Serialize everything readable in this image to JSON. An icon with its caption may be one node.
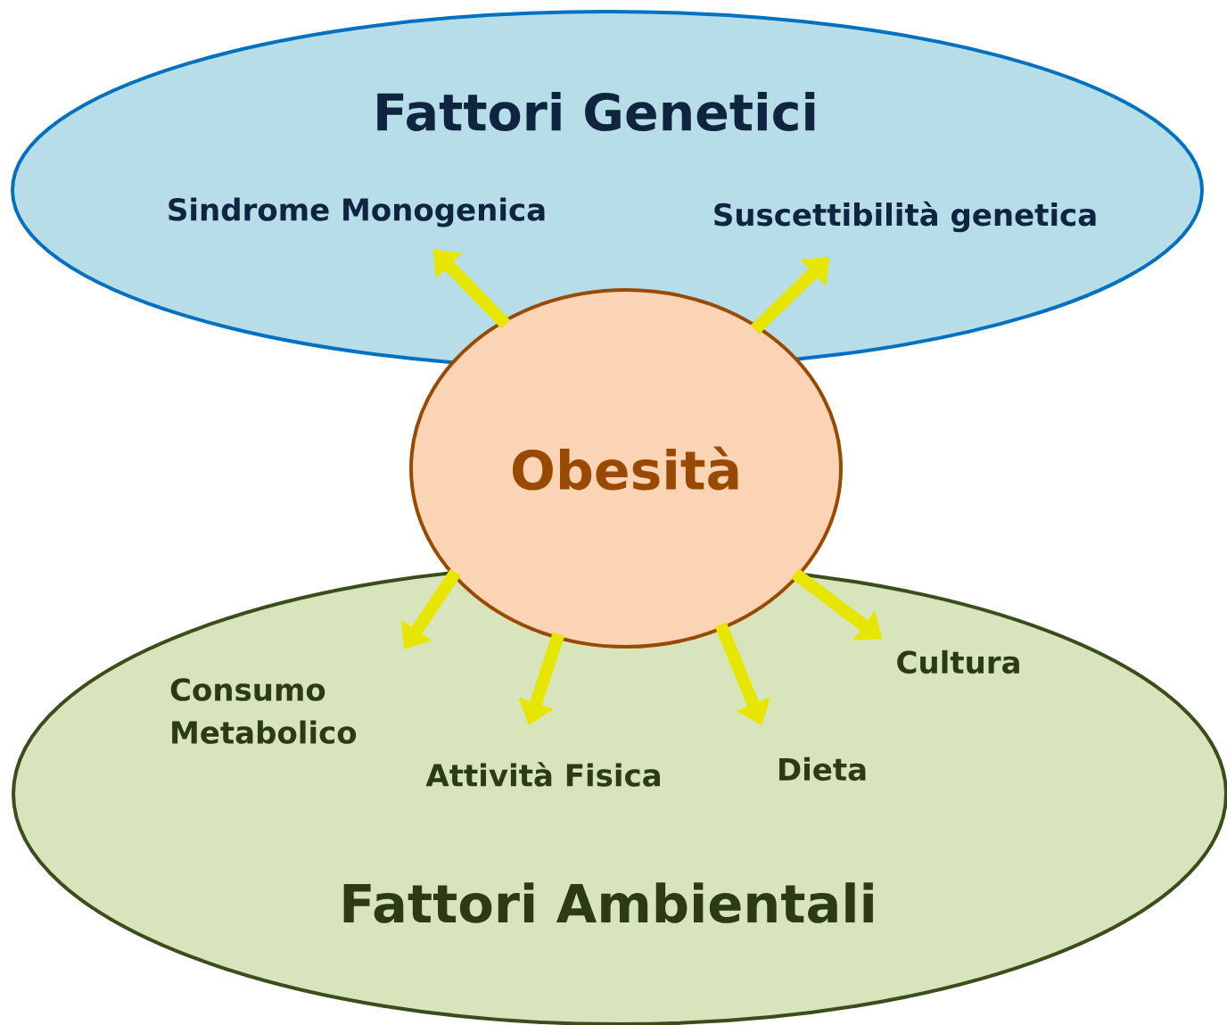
{
  "diagram": {
    "nodes": [
      {
        "text": [
          "Fattori Genetici"
        ]
      },
      {
        "text": [
          "Sindrome Monogenica"
        ],
        "in": 0
      },
      {
        "text": [
          "Suscettibilità genetica"
        ],
        "in": 0
      },
      {
        "text": [
          "Obesità"
        ]
      },
      {
        "text": [
          "Fattori Ambientali"
        ]
      },
      {
        "text": [
          "Consumo Metabolico"
        ],
        "in": 4
      },
      {
        "text": [
          "Attività Fisica"
        ],
        "in": 4
      },
      {
        "text": [
          "Dieta"
        ],
        "in": 4
      },
      {
        "text": [
          "Cultura"
        ],
        "in": 4
      }
    ],
    "edges": [
      {
        "from": 3,
        "to": 1,
        "arrow": "to"
      },
      {
        "from": 3,
        "to": 2,
        "arrow": "to"
      },
      {
        "from": 3,
        "to": 5,
        "arrow": "to"
      },
      {
        "from": 3,
        "to": 6,
        "arrow": "to"
      },
      {
        "from": 3,
        "to": 7,
        "arrow": "to"
      },
      {
        "from": 3,
        "to": 8,
        "arrow": "to"
      }
    ]
  }
}
